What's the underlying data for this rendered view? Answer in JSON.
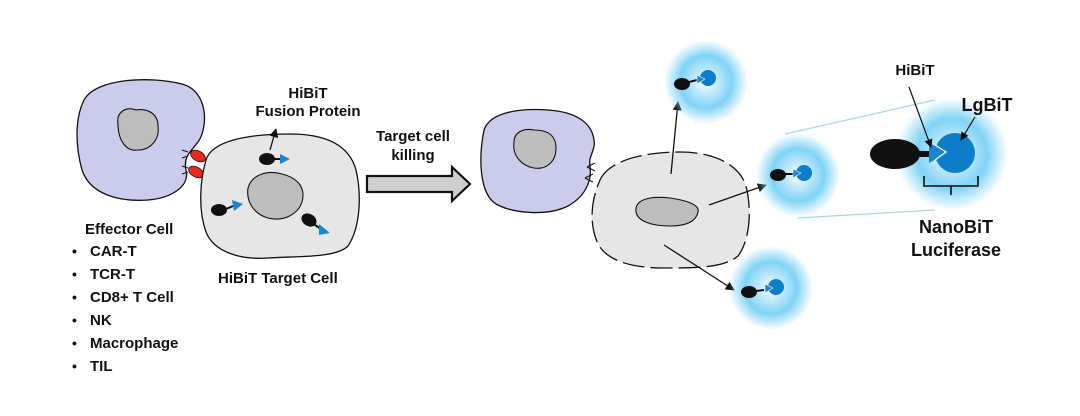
{
  "labels": {
    "fusion_protein_line1": "HiBiT",
    "fusion_protein_line2": "Fusion Protein",
    "effector_title": "Effector Cell",
    "target_cell": "HiBiT Target Cell",
    "arrow_line1": "Target cell",
    "arrow_line2": "killing",
    "hibit": "HiBiT",
    "lgbit": "LgBiT",
    "nanobit_line1": "NanoBiT",
    "nanobit_line2": "Luciferase"
  },
  "effector_types": [
    "CAR-T",
    "TCR-T",
    "CD8+ T Cell",
    "NK",
    "Macrophage",
    "TIL"
  ],
  "colors": {
    "effector_cell": "#CBCBEC",
    "target_cell": "#E6E6E6",
    "nucleus": "#BDBDBD",
    "receptor": "#E8281E",
    "hibit_tag": "#1A86D0",
    "lgbit": "#0C7DC9",
    "glow": "#7FD3F5",
    "zoom_lines": "#A9D9DC"
  }
}
